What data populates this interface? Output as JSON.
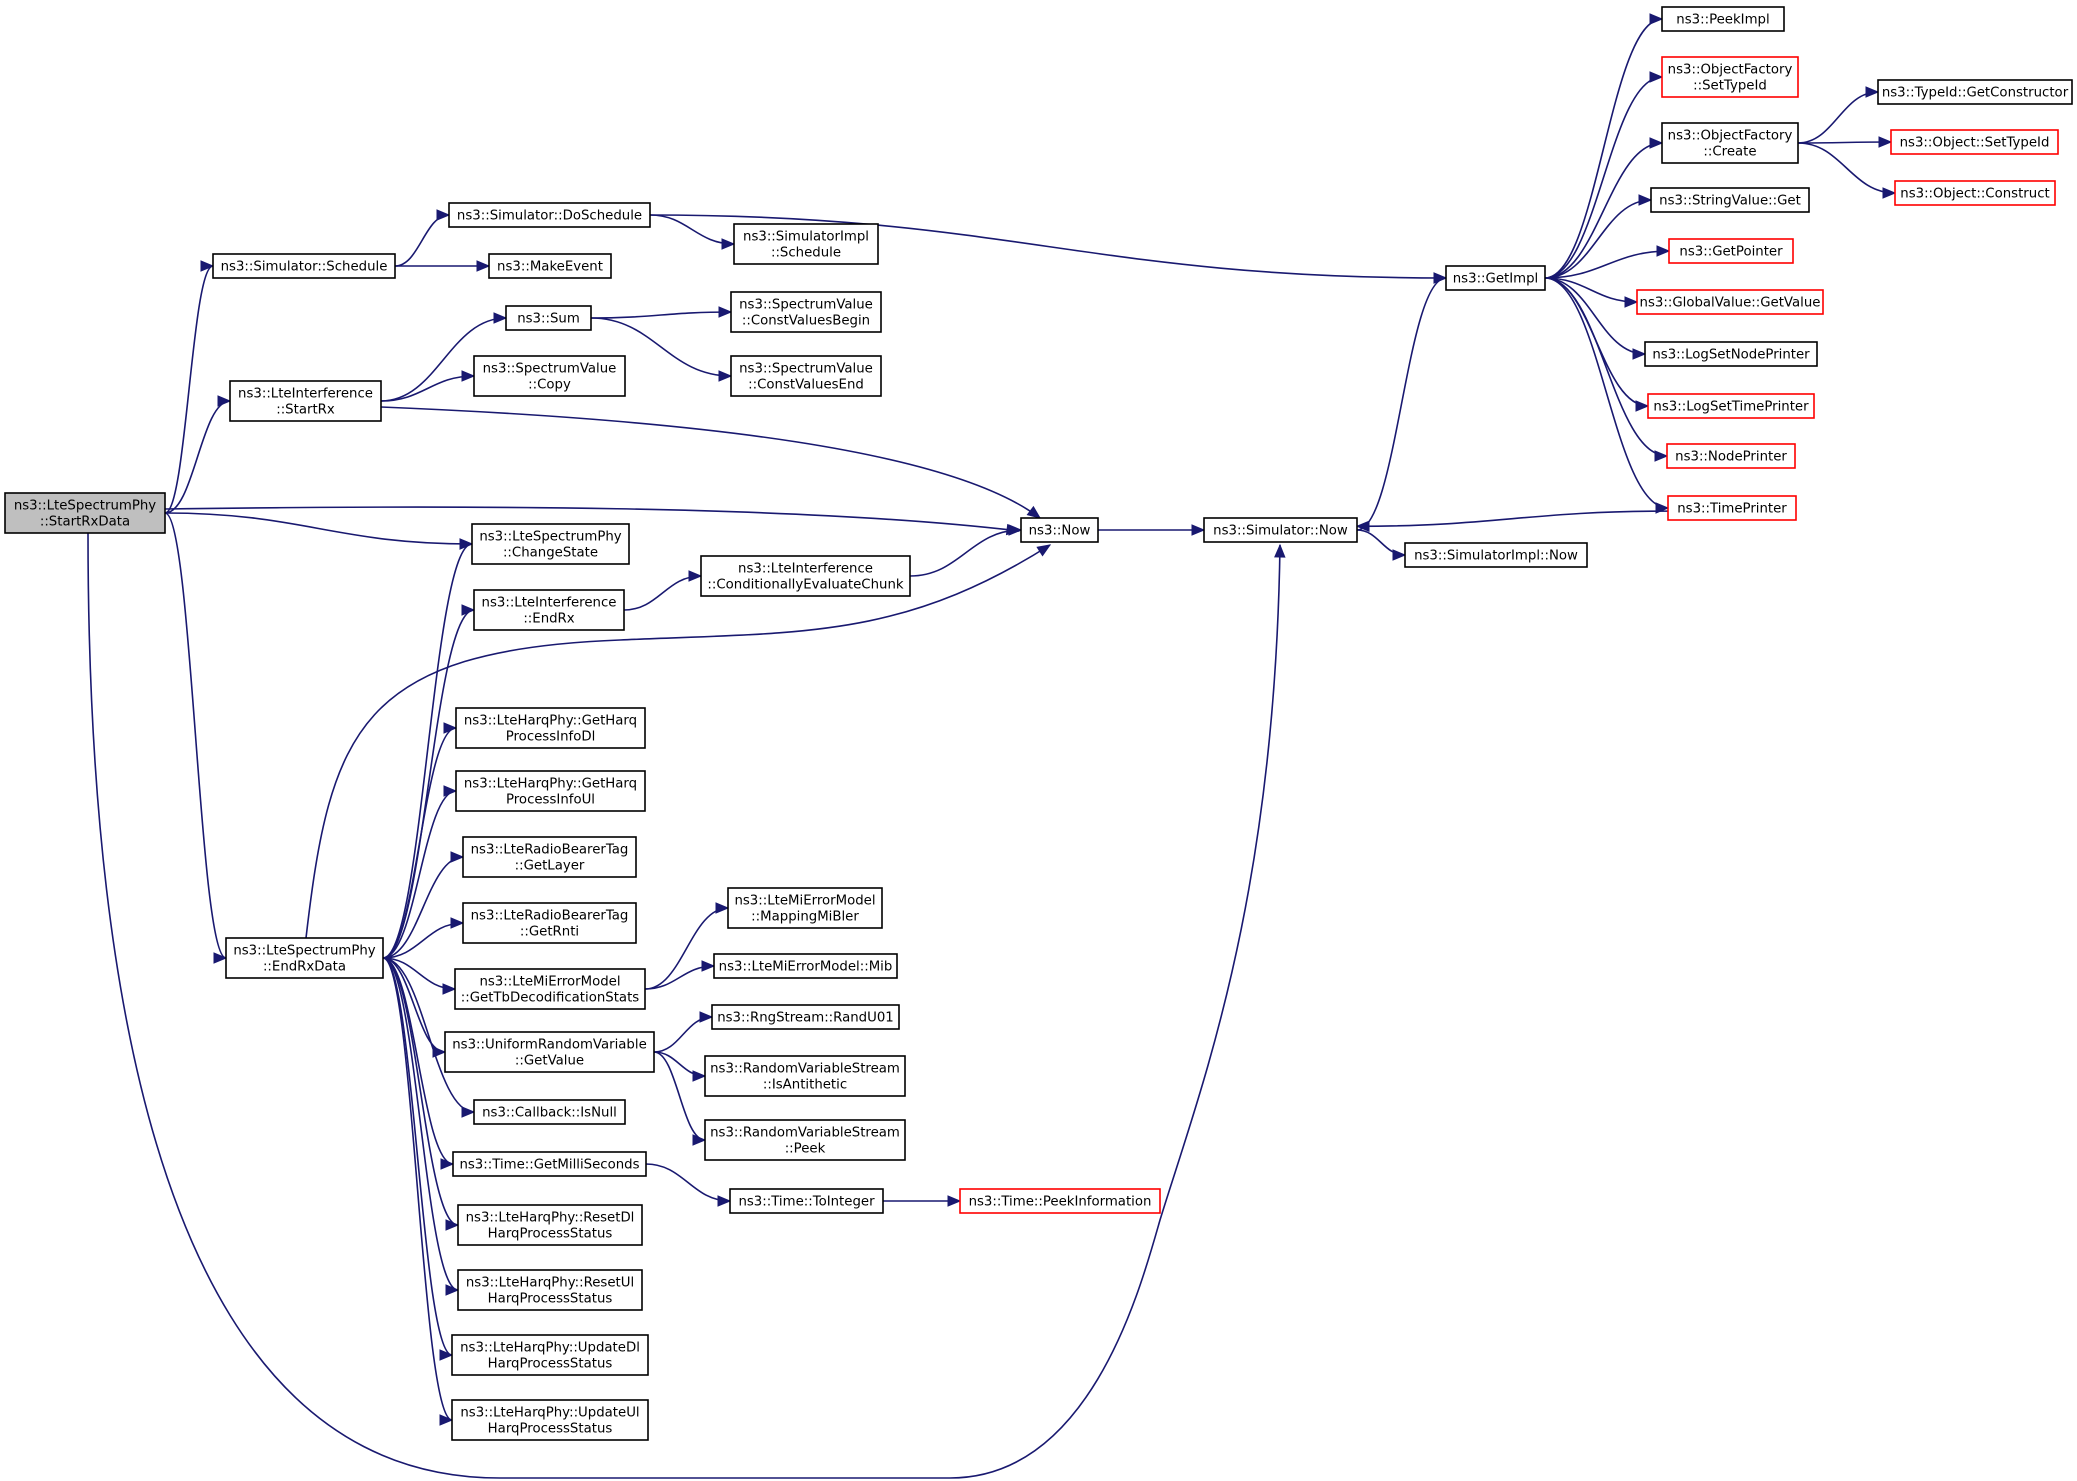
{
  "nodes": [
    {
      "id": "n0",
      "lines": [
        "ns3::LteSpectrumPhy",
        "::StartRxData"
      ],
      "root": true
    },
    {
      "id": "n1",
      "lines": [
        "ns3::Simulator::Schedule"
      ]
    },
    {
      "id": "n2",
      "lines": [
        "ns3::Simulator::DoSchedule"
      ]
    },
    {
      "id": "n3",
      "lines": [
        "ns3::MakeEvent"
      ]
    },
    {
      "id": "n4",
      "lines": [
        "ns3::SimulatorImpl",
        "::Schedule"
      ]
    },
    {
      "id": "n5",
      "lines": [
        "ns3::LteInterference",
        "::StartRx"
      ]
    },
    {
      "id": "n6",
      "lines": [
        "ns3::Sum"
      ]
    },
    {
      "id": "n7",
      "lines": [
        "ns3::SpectrumValue",
        "::Copy"
      ]
    },
    {
      "id": "n8",
      "lines": [
        "ns3::SpectrumValue",
        "::ConstValuesBegin"
      ]
    },
    {
      "id": "n9",
      "lines": [
        "ns3::SpectrumValue",
        "::ConstValuesEnd"
      ]
    },
    {
      "id": "n10",
      "lines": [
        "ns3::Now"
      ]
    },
    {
      "id": "n11",
      "lines": [
        "ns3::LteSpectrumPhy",
        "::ChangeState"
      ]
    },
    {
      "id": "n12",
      "lines": [
        "ns3::LteInterference",
        "::EndRx"
      ]
    },
    {
      "id": "n13",
      "lines": [
        "ns3::LteInterference",
        "::ConditionallyEvaluateChunk"
      ]
    },
    {
      "id": "n14",
      "lines": [
        "ns3::LteSpectrumPhy",
        "::EndRxData"
      ]
    },
    {
      "id": "n15",
      "lines": [
        "ns3::LteHarqPhy::GetHarq",
        "ProcessInfoDl"
      ]
    },
    {
      "id": "n16",
      "lines": [
        "ns3::LteHarqPhy::GetHarq",
        "ProcessInfoUl"
      ]
    },
    {
      "id": "n17",
      "lines": [
        "ns3::LteRadioBearerTag",
        "::GetLayer"
      ]
    },
    {
      "id": "n18",
      "lines": [
        "ns3::LteRadioBearerTag",
        "::GetRnti"
      ]
    },
    {
      "id": "n19",
      "lines": [
        "ns3::LteMiErrorModel",
        "::GetTbDecodificationStats"
      ]
    },
    {
      "id": "n20",
      "lines": [
        "ns3::LteMiErrorModel",
        "::MappingMiBler"
      ]
    },
    {
      "id": "n21",
      "lines": [
        "ns3::LteMiErrorModel::Mib"
      ]
    },
    {
      "id": "n22",
      "lines": [
        "ns3::UniformRandomVariable",
        "::GetValue"
      ]
    },
    {
      "id": "n23",
      "lines": [
        "ns3::RngStream::RandU01"
      ]
    },
    {
      "id": "n24",
      "lines": [
        "ns3::RandomVariableStream",
        "::IsAntithetic"
      ]
    },
    {
      "id": "n25",
      "lines": [
        "ns3::RandomVariableStream",
        "::Peek"
      ]
    },
    {
      "id": "n26",
      "lines": [
        "ns3::Callback::IsNull"
      ]
    },
    {
      "id": "n27",
      "lines": [
        "ns3::Time::GetMilliSeconds"
      ]
    },
    {
      "id": "n28",
      "lines": [
        "ns3::Time::ToInteger"
      ]
    },
    {
      "id": "n29",
      "lines": [
        "ns3::Time::PeekInformation"
      ],
      "incomplete": true
    },
    {
      "id": "n30",
      "lines": [
        "ns3::LteHarqPhy::ResetDl",
        "HarqProcessStatus"
      ]
    },
    {
      "id": "n31",
      "lines": [
        "ns3::LteHarqPhy::ResetUl",
        "HarqProcessStatus"
      ]
    },
    {
      "id": "n32",
      "lines": [
        "ns3::LteHarqPhy::UpdateDl",
        "HarqProcessStatus"
      ]
    },
    {
      "id": "n33",
      "lines": [
        "ns3::LteHarqPhy::UpdateUl",
        "HarqProcessStatus"
      ]
    },
    {
      "id": "n34",
      "lines": [
        "ns3::Simulator::Now"
      ]
    },
    {
      "id": "n35",
      "lines": [
        "ns3::SimulatorImpl::Now"
      ]
    },
    {
      "id": "n36",
      "lines": [
        "ns3::GetImpl"
      ]
    },
    {
      "id": "n37",
      "lines": [
        "ns3::PeekImpl"
      ]
    },
    {
      "id": "n38",
      "lines": [
        "ns3::ObjectFactory",
        "::SetTypeId"
      ],
      "incomplete": true
    },
    {
      "id": "n39",
      "lines": [
        "ns3::ObjectFactory",
        "::Create"
      ]
    },
    {
      "id": "n40",
      "lines": [
        "ns3::StringValue::Get"
      ]
    },
    {
      "id": "n41",
      "lines": [
        "ns3::GetPointer"
      ],
      "incomplete": true
    },
    {
      "id": "n42",
      "lines": [
        "ns3::GlobalValue::GetValue"
      ],
      "incomplete": true
    },
    {
      "id": "n43",
      "lines": [
        "ns3::LogSetNodePrinter"
      ]
    },
    {
      "id": "n44",
      "lines": [
        "ns3::LogSetTimePrinter"
      ],
      "incomplete": true
    },
    {
      "id": "n45",
      "lines": [
        "ns3::NodePrinter"
      ],
      "incomplete": true
    },
    {
      "id": "n46",
      "lines": [
        "ns3::TimePrinter"
      ],
      "incomplete": true
    },
    {
      "id": "n47",
      "lines": [
        "ns3::TypeId::GetConstructor"
      ]
    },
    {
      "id": "n48",
      "lines": [
        "ns3::Object::SetTypeId"
      ],
      "incomplete": true
    },
    {
      "id": "n49",
      "lines": [
        "ns3::Object::Construct"
      ],
      "incomplete": true
    }
  ],
  "edges": [
    [
      "n0",
      "n1"
    ],
    [
      "n0",
      "n5"
    ],
    [
      "n0",
      "n10"
    ],
    [
      "n0",
      "n11"
    ],
    [
      "n0",
      "n14"
    ],
    [
      "n0",
      "n34"
    ],
    [
      "n1",
      "n2"
    ],
    [
      "n1",
      "n3"
    ],
    [
      "n2",
      "n4"
    ],
    [
      "n2",
      "n36"
    ],
    [
      "n5",
      "n6"
    ],
    [
      "n5",
      "n7"
    ],
    [
      "n5",
      "n10"
    ],
    [
      "n6",
      "n8"
    ],
    [
      "n6",
      "n9"
    ],
    [
      "n10",
      "n34"
    ],
    [
      "n12",
      "n13"
    ],
    [
      "n13",
      "n10"
    ],
    [
      "n14",
      "n11"
    ],
    [
      "n14",
      "n12"
    ],
    [
      "n14",
      "n10"
    ],
    [
      "n14",
      "n15"
    ],
    [
      "n14",
      "n16"
    ],
    [
      "n14",
      "n17"
    ],
    [
      "n14",
      "n18"
    ],
    [
      "n14",
      "n19"
    ],
    [
      "n14",
      "n22"
    ],
    [
      "n14",
      "n26"
    ],
    [
      "n14",
      "n27"
    ],
    [
      "n14",
      "n30"
    ],
    [
      "n14",
      "n31"
    ],
    [
      "n14",
      "n32"
    ],
    [
      "n14",
      "n33"
    ],
    [
      "n19",
      "n20"
    ],
    [
      "n19",
      "n21"
    ],
    [
      "n22",
      "n23"
    ],
    [
      "n22",
      "n24"
    ],
    [
      "n22",
      "n25"
    ],
    [
      "n27",
      "n28"
    ],
    [
      "n28",
      "n29"
    ],
    [
      "n34",
      "n36"
    ],
    [
      "n34",
      "n35"
    ],
    [
      "n36",
      "n37"
    ],
    [
      "n36",
      "n38"
    ],
    [
      "n36",
      "n39"
    ],
    [
      "n36",
      "n40"
    ],
    [
      "n36",
      "n41"
    ],
    [
      "n36",
      "n42"
    ],
    [
      "n36",
      "n43"
    ],
    [
      "n36",
      "n44"
    ],
    [
      "n36",
      "n45"
    ],
    [
      "n36",
      "n46"
    ],
    [
      "n39",
      "n47"
    ],
    [
      "n39",
      "n48"
    ],
    [
      "n39",
      "n49"
    ],
    [
      "n46",
      "n34"
    ]
  ]
}
